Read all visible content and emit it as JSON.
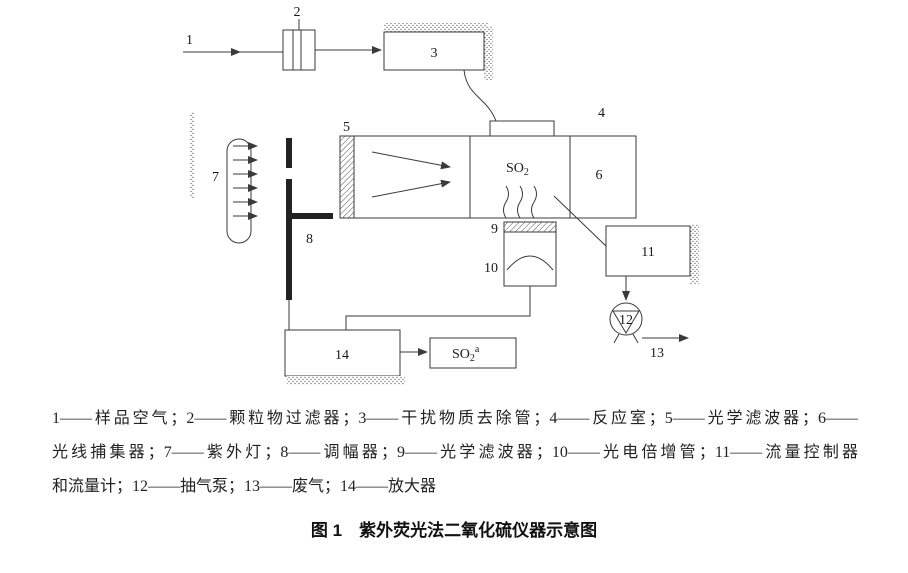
{
  "diagram": {
    "part_labels": {
      "p1": "1",
      "p2": "2",
      "p3": "3",
      "p4": "4",
      "p5": "5",
      "p6": "6",
      "p7": "7",
      "p8": "8",
      "p9": "9",
      "p10": "10",
      "p11": "11",
      "p12": "12",
      "p13": "13",
      "p14": "14"
    },
    "so2_chamber": {
      "main": "SO",
      "sub": "2"
    },
    "so2_output": {
      "main": "SO",
      "sub": "2",
      "sup": "a"
    }
  },
  "legend": {
    "line1": "1——样品空气；2——颗粒物过滤器；3——干扰物质去除管；4——反应室；5——光学滤波器；6——",
    "line2": "光线捕集器；7——紫外灯；8——调幅器；9——光学滤波器；10——光电倍增管；11——流量控制器",
    "line3": "和流量计；12——抽气泵；13——废气；14——放大器"
  },
  "caption": "图 1　紫外荧光法二氧化硫仪器示意图",
  "colors": {
    "line": "#3a3a3a",
    "text": "#1a1a1a",
    "bg": "#ffffff"
  }
}
